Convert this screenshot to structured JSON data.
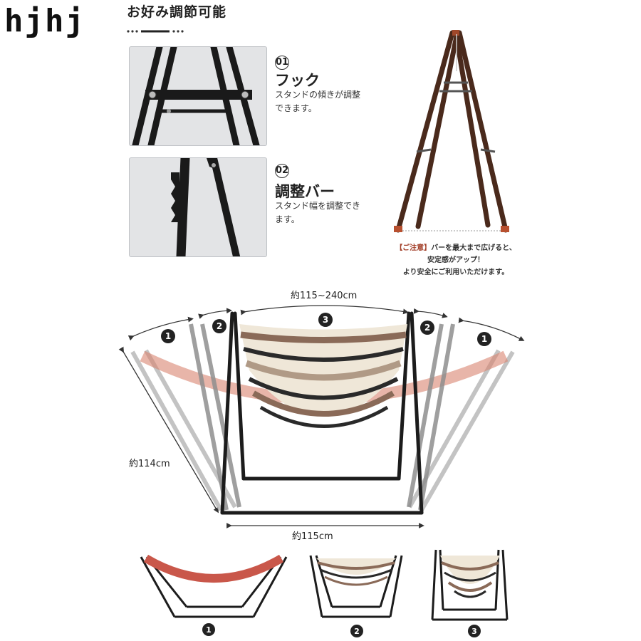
{
  "logo": "hjhj",
  "header": {
    "title": "お好み調節可能"
  },
  "features": [
    {
      "num": "01",
      "title": "フック",
      "desc_line1": "スタンドの傾きが調整",
      "desc_line2": "できます。"
    },
    {
      "num": "02",
      "title": "調整バー",
      "desc_line1": "スタンド幅を調整でき",
      "desc_line2": "ます。"
    }
  ],
  "caution": {
    "tag": "【ご注意】",
    "line1": "バーを最大まで広げると、",
    "line2": "安定感がアップ！",
    "line3": "より安全にご利用いただけます。"
  },
  "dimensions": {
    "top_width": "約115~240cm",
    "height": "約114cm",
    "base_width": "約115cm"
  },
  "markers": [
    "1",
    "2",
    "3"
  ],
  "colors": {
    "frame": "#1c1c1c",
    "frame_brown": "#4a2a1c",
    "hammock_red": "#c9574a",
    "stripe_brown": "#8a6a58",
    "stripe_cream": "#efe7d8"
  }
}
